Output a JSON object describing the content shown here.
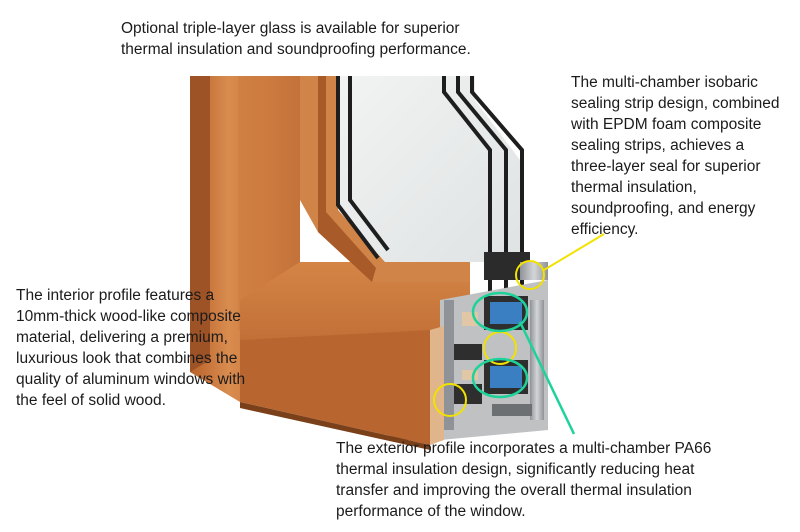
{
  "captions": {
    "glass": "Optional triple-layer glass is available for superior\nthermal insulation and soundproofing performance.",
    "seal": "The multi-chamber isobaric\nsealing strip design, combined\nwith EPDM foam composite\nsealing strips, achieves a\nthree-layer seal for superior\nthermal insulation,\nsoundproofing, and energy\nefficiency.",
    "interior": "The interior profile features a\n10mm-thick wood-like composite\nmaterial, delivering a premium,\nluxurious look that combines the\nquality of aluminum windows with\nthe feel of solid wood.",
    "exterior": "The exterior profile incorporates a multi-chamber PA66\nthermal insulation design, significantly reducing heat\ntransfer and improving the overall thermal insulation\nperformance of the window."
  },
  "colors": {
    "wood_light": "#d9894a",
    "wood_mid": "#c06a32",
    "wood_dark": "#8a4a22",
    "glass": "#e9ecec",
    "glass_edge": "#1e1e1e",
    "aluminum": "#b9bcbf",
    "aluminum_dark": "#6d7073",
    "thermal_break": "#3a7fc2",
    "callout_yellow": "#f2e200",
    "callout_green": "#1ed29a"
  }
}
